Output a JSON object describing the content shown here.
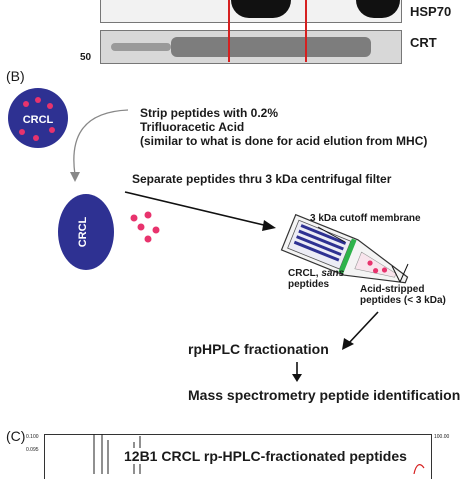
{
  "panel_a": {
    "marker_50": "50",
    "band_labels": [
      "HSP70",
      "CRT"
    ]
  },
  "panel_b": {
    "label": "(B)",
    "crcl_top": "CRCL",
    "crcl_bottom": "CRCL",
    "strip_line1": "Strip peptides with 0.2%",
    "strip_line2": "Trifluoracetic Acid",
    "strip_line3": "(similar to what is done for acid elution from MHC)",
    "separate": "Separate peptides thru 3 kDa centrifugal filter",
    "membrane": "3 kDa cutoff membrane",
    "crcl_sans_line1_a": "CRCL, ",
    "crcl_sans_line1_b": "sans",
    "crcl_sans_line2": "peptides",
    "acid_line1": "Acid-stripped",
    "acid_line2": "peptides (< 3 kDa)",
    "rphplc": "rpHPLC fractionation",
    "mass_spec": "Mass spectrometry peptide identification"
  },
  "panel_c": {
    "label": "(C)",
    "title": "12B1 CRCL rp-HPLC-fractionated peptides",
    "left_ticks": [
      "0.100",
      "0.095"
    ],
    "right_tick": "100.00"
  },
  "colors": {
    "crcl_fill": "#2e3192",
    "peptide_dot": "#e8336d",
    "red_line": "#d62020",
    "membrane": "#2db34a",
    "blot_gray": "#8a8a8a"
  }
}
